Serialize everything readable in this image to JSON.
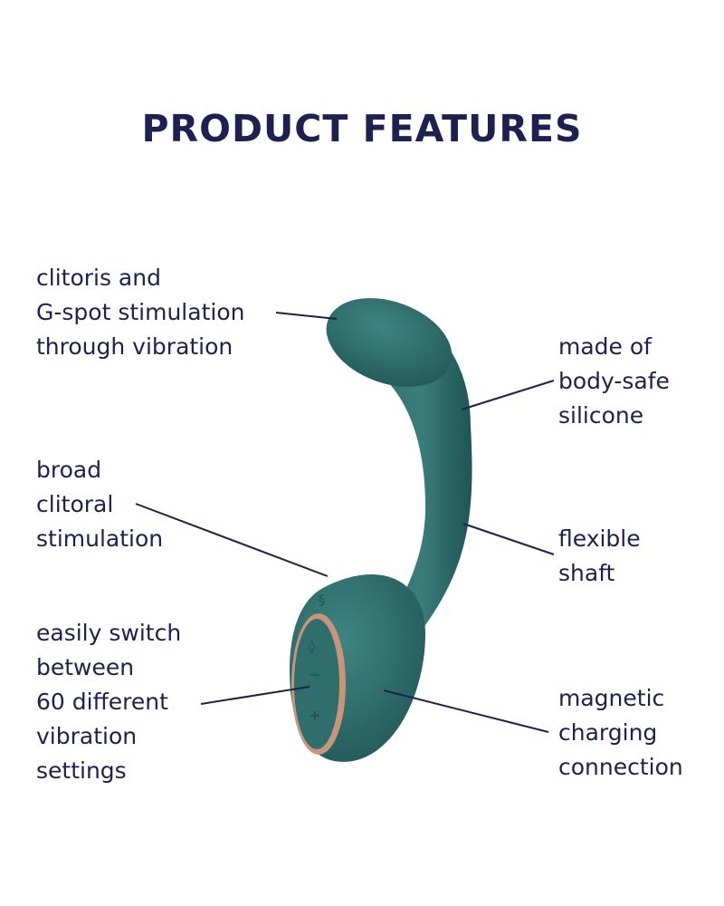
{
  "title": "PRODUCT FEATURES",
  "features": [
    {
      "text": "clitoris and\nG-spot stimulation\nthrough vibration",
      "side": "left"
    },
    {
      "text": "made of\nbody-safe\nsilicone",
      "side": "right"
    },
    {
      "text": "broad\nclitoral\nstimulation",
      "side": "left"
    },
    {
      "text": "flexible\nshaft",
      "side": "right"
    },
    {
      "text": "easily switch\nbetween\n60 different\nvibration\nsettings",
      "side": "left"
    },
    {
      "text": "magnetic\ncharging\nconnection",
      "side": "right"
    }
  ],
  "colors": {
    "text": "#1c2151",
    "product": "#2d6b6a",
    "accent_ring": "#c9957a"
  }
}
